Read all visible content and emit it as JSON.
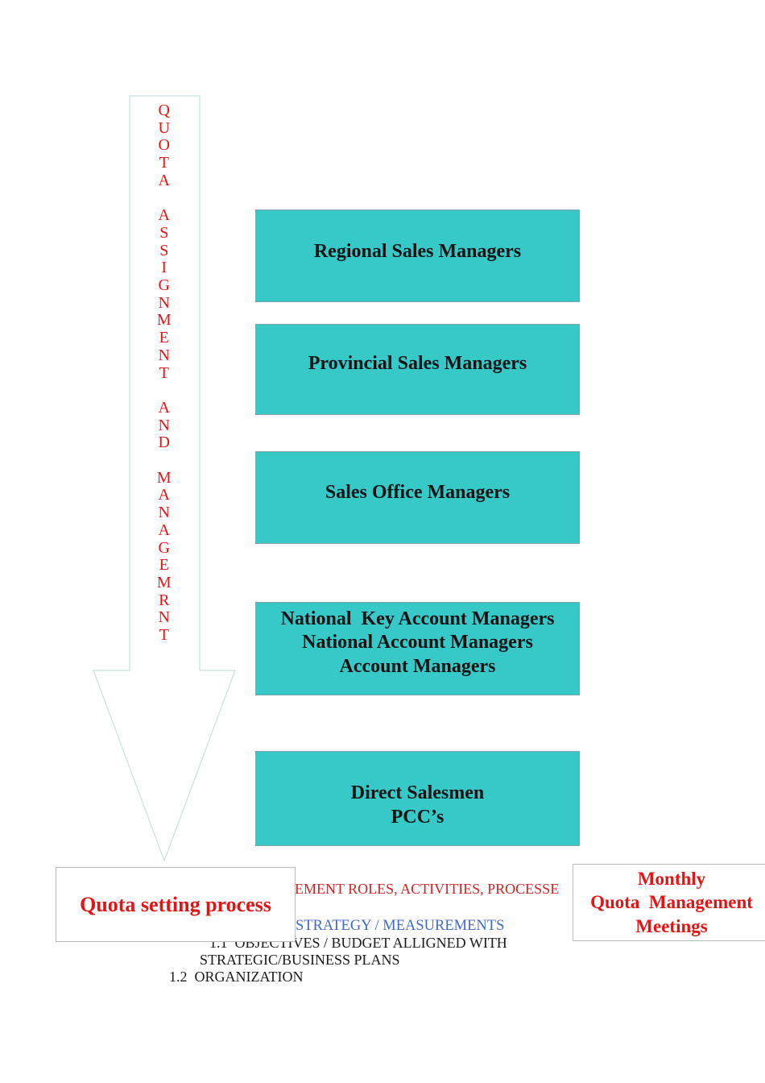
{
  "arrow": {
    "vertical_text": "Q\nU\nO\nT\nA\n\nA\nS\nS\nI\nG\nN\nM\nE\nN\nT\n\nA\nN\nD\n\nM\nA\nN\nA\nG\nE\nM\nR\nN\nT"
  },
  "org_levels": [
    {
      "label": "Regional Sales Managers"
    },
    {
      "label": "Provincial Sales Managers"
    },
    {
      "label": "Sales Office Managers"
    },
    {
      "label": "National  Key Account Managers\nNational Account Managers\nAccount Managers"
    },
    {
      "label": "Direct Salesmen\nPCC’s"
    }
  ],
  "callouts": {
    "quota_setting": "Quota setting process",
    "monthly_meetings": "Monthly\nQuota  Management\nMeetings"
  },
  "background_text": {
    "red_fragment": "EMENT ROLES, ACTIVITIES, PROCESSE",
    "blue_fragment": "STRATEGY / MEASUREMENTS",
    "objectives_line": "1.1  OBJECTIVES / BUDGET ALLIGNED WITH",
    "strategic_line": "STRATEGIC/BUSINESS PLANS",
    "organization_line": "1.2  ORGANIZATION"
  },
  "colors": {
    "teal_box_fill": "#37c8c8",
    "red_text": "#e11717",
    "dark_red_text": "#cf2626",
    "blue_text": "#4169c9",
    "black_text": "#1a1a1a"
  }
}
